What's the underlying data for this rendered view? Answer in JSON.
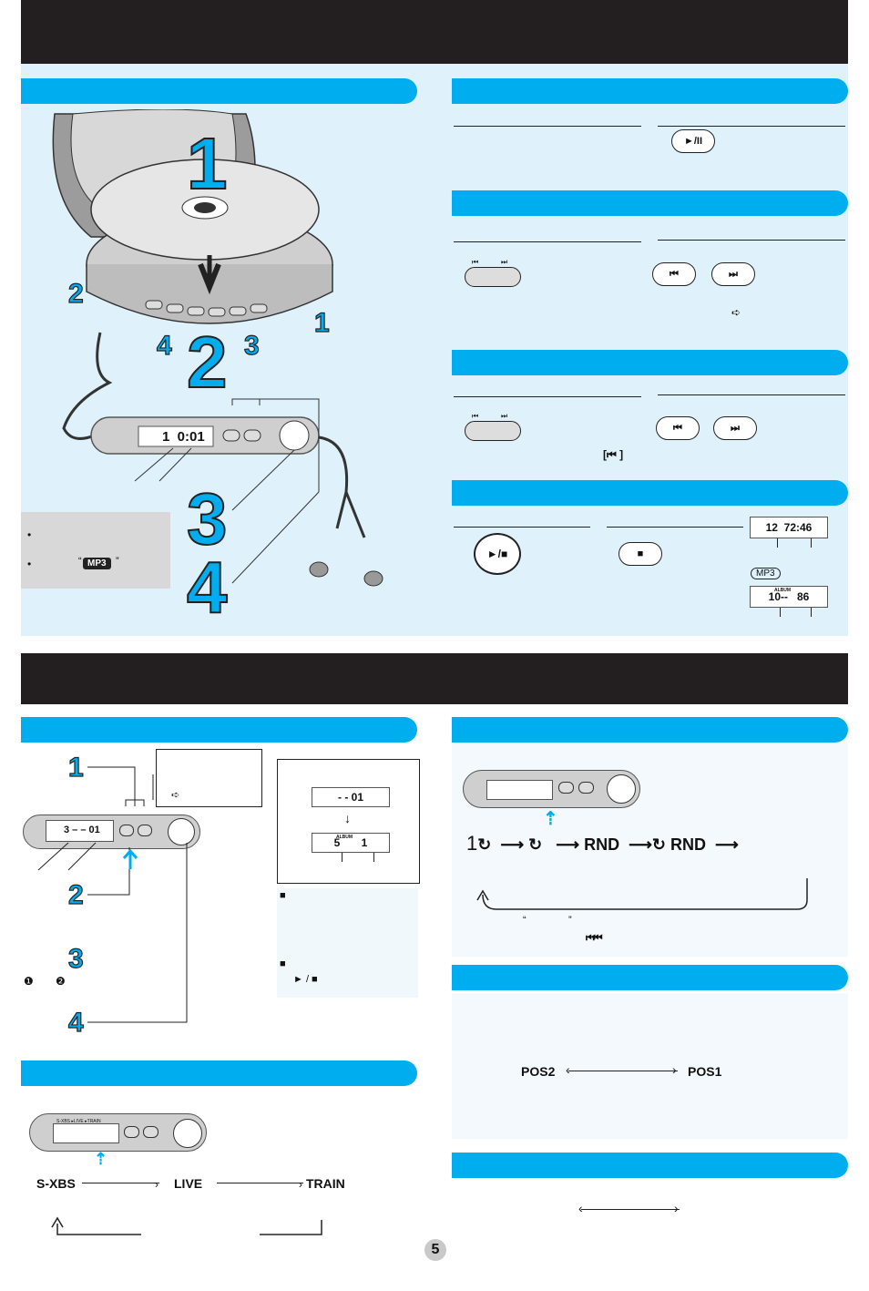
{
  "page_number": "5",
  "colors": {
    "accent": "#00aeef",
    "panel": "#dff1fb",
    "banner": "#231f20"
  },
  "top_section": {
    "remote_display": "1  0:01",
    "mp3_badge": "MP3",
    "note_quotes_open": "“",
    "note_quotes_close": "”",
    "step_numbers": [
      "1",
      "2",
      "3",
      "4"
    ],
    "play_pause_label": "►/II",
    "play_stop_label": "►/■",
    "stop_label": "■",
    "skip_back_label": "⏮",
    "skip_fwd_label": "⏭",
    "bracket_skip_back": "[⏮ ]",
    "arrow_glyph": "➪",
    "display_cd": {
      "tracks": "12",
      "time": "72:46"
    },
    "mp3_tag": "MP3",
    "display_mp3": {
      "album_label": "ALBUM",
      "albums": "10--",
      "files": "86"
    }
  },
  "bottom_left": {
    "remote_display": "3 – – 01",
    "panel_arrow_glyph": "➪",
    "album_lcd_top": "- - 01",
    "album_lcd_label": "ALBUM",
    "album_lcd_values": [
      "5",
      "1"
    ],
    "note_stop_glyph": "■",
    "note2_glyphs": "► / ■",
    "circled_pair": [
      "❶",
      "❷"
    ],
    "and_word": "",
    "steps": [
      "1",
      "2",
      "3",
      "4"
    ]
  },
  "sound_section": {
    "remote_labels": "S-XBS ▸LIVE ▸TRAIN",
    "modes": [
      "S-XBS",
      "LIVE",
      "TRAIN"
    ]
  },
  "repeat_section": {
    "sequence": [
      "1",
      "RND",
      "RND"
    ],
    "quote_open": "“",
    "quote_close": "”",
    "skip_back": "⏮⏮"
  },
  "pos_section": {
    "left": "POS2",
    "right": "POS1"
  }
}
